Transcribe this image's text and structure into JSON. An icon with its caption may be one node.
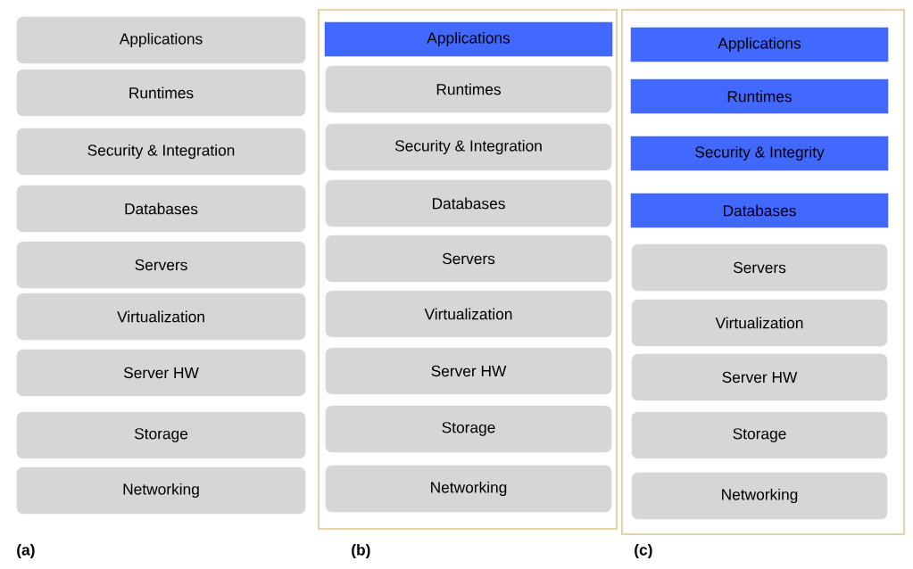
{
  "diagram": {
    "nodes": [
      {
        "text": [
          "Applications"
        ]
      },
      {
        "text": [
          "Runtimes"
        ]
      },
      {
        "text": [
          "Security & Integration"
        ]
      },
      {
        "text": [
          "Databases"
        ]
      },
      {
        "text": [
          "Servers"
        ]
      },
      {
        "text": [
          "Virtualization"
        ]
      },
      {
        "text": [
          "Server HW"
        ]
      },
      {
        "text": [
          "Storage"
        ]
      },
      {
        "text": [
          "Networking"
        ]
      },
      {
        "text": [
          "Applications"
        ]
      },
      {
        "text": [
          "Runtimes"
        ]
      },
      {
        "text": [
          "Security & Integration"
        ]
      },
      {
        "text": [
          "Databases"
        ]
      },
      {
        "text": [
          "Servers"
        ]
      },
      {
        "text": [
          "Virtualization"
        ]
      },
      {
        "text": [
          "Server HW"
        ]
      },
      {
        "text": [
          "Storage"
        ]
      },
      {
        "text": [
          "Networking"
        ]
      },
      {
        "text": [
          "Applications"
        ]
      },
      {
        "text": [
          "Runtimes"
        ]
      },
      {
        "text": [
          "Security & Integrity"
        ]
      },
      {
        "text": [
          "Databases"
        ]
      },
      {
        "text": [
          "Servers"
        ]
      },
      {
        "text": [
          "Virtualization"
        ]
      },
      {
        "text": [
          "Server HW"
        ]
      },
      {
        "text": [
          "Storage"
        ]
      },
      {
        "text": [
          "Networking"
        ]
      }
    ],
    "labels": [
      "(a)",
      "(b)",
      "(c)"
    ]
  }
}
